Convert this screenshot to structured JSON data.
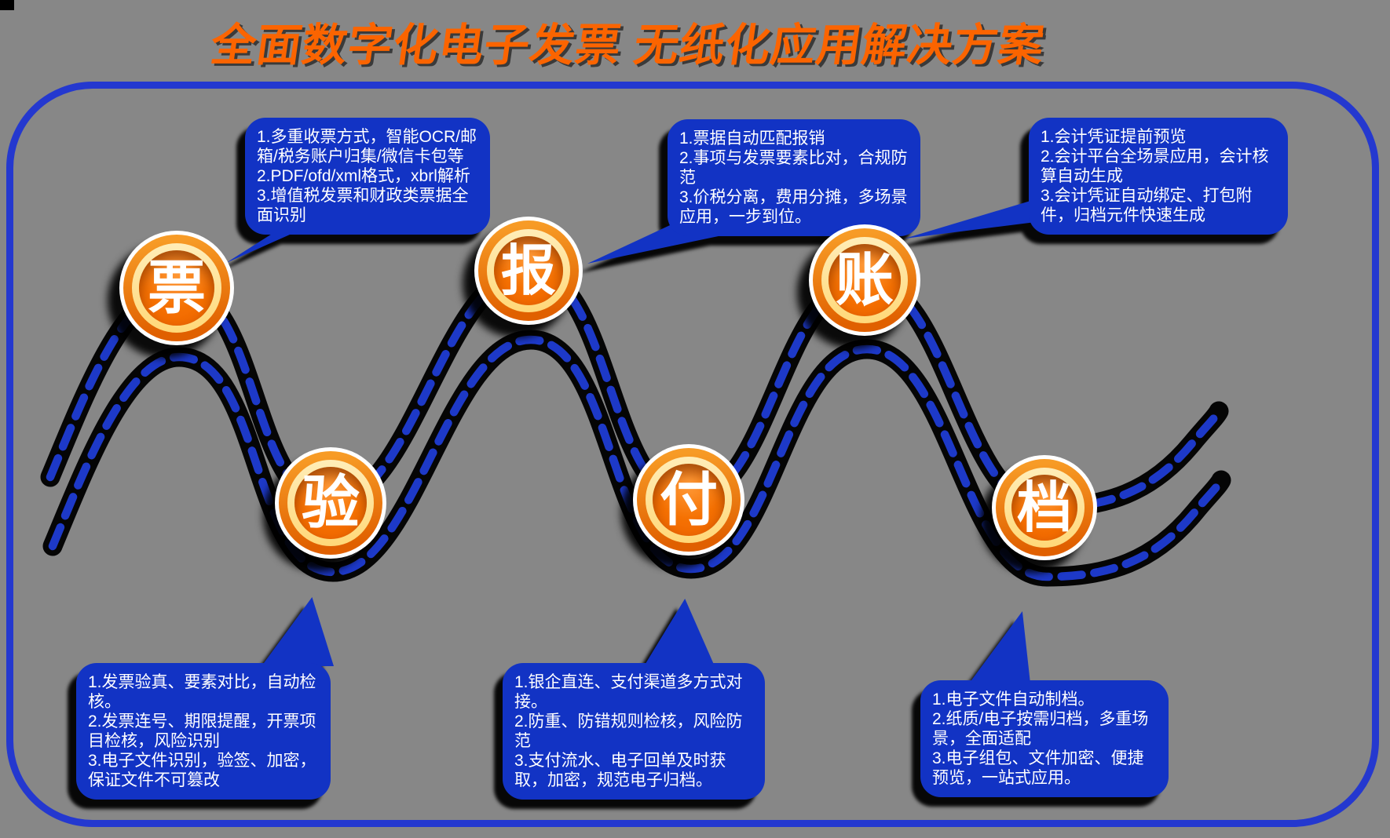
{
  "title": "全面数字化电子发票 无纸化应用解决方案",
  "stages": [
    {
      "char": "票"
    },
    {
      "char": "验"
    },
    {
      "char": "报"
    },
    {
      "char": "付"
    },
    {
      "char": "账"
    },
    {
      "char": "档"
    }
  ],
  "callouts": [
    {
      "stage": "票",
      "items": [
        "1.多重收票方式，智能OCR/邮箱/税务账户归集/微信卡包等",
        "2.PDF/ofd/xml格式，xbrl解析",
        "3.增值税发票和财政类票据全面识别"
      ]
    },
    {
      "stage": "报",
      "items": [
        "1.票据自动匹配报销",
        "2.事项与发票要素比对，合规防范",
        "3.价税分离，费用分摊，多场景应用，一步到位。"
      ]
    },
    {
      "stage": "账",
      "items": [
        "1.会计凭证提前预览",
        "2.会计平台全场景应用，会计核算自动生成",
        "3.会计凭证自动绑定、打包附件，归档元件快速生成"
      ]
    },
    {
      "stage": "验",
      "items": [
        "1.发票验真、要素对比，自动检核。",
        "2.发票连号、期限提醒，开票项目检核，风险识别",
        "3.电子文件识别，验签、加密，保证文件不可篡改"
      ]
    },
    {
      "stage": "付",
      "items": [
        "1.银企直连、支付渠道多方式对接。",
        "2.防重、防错规则检核，风险防范",
        "3.支付流水、电子回单及时获取，加密，规范电子归档。"
      ]
    },
    {
      "stage": "档",
      "items": [
        "1.电子文件自动制档。",
        "2.纸质/电子按需归档，多重场景，全面适配",
        "3.电子组包、文件加密、便捷预览，一站式应用。"
      ]
    }
  ],
  "colors": {
    "background_gray": "#878787",
    "bubble_blue": "#1233c4",
    "frame_blue": "#2438cf",
    "dash_blue": "#1d39c8",
    "title_orange": "#fb6400",
    "node_orange": "#f57102",
    "node_cream": "#ffd878",
    "node_text": "#ffffff"
  }
}
